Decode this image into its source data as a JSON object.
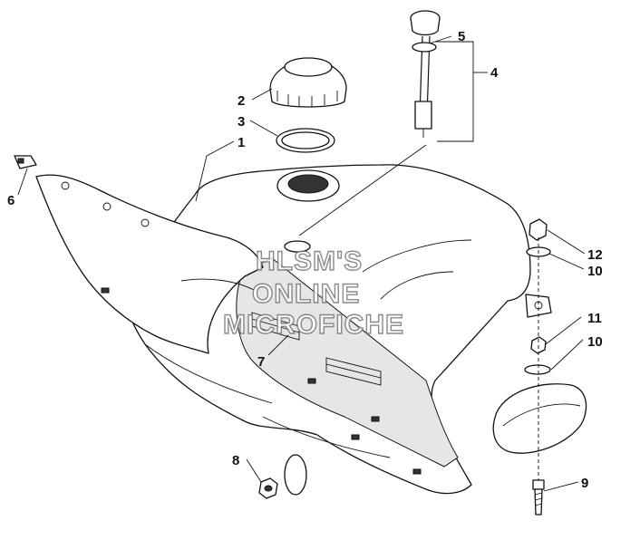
{
  "watermark": {
    "line1": "HLSM'S",
    "line2": "ONLINE",
    "line3": "MICROFICHE"
  },
  "callouts": [
    {
      "id": "1",
      "label": "1"
    },
    {
      "id": "2",
      "label": "2"
    },
    {
      "id": "3",
      "label": "3"
    },
    {
      "id": "4",
      "label": "4"
    },
    {
      "id": "5",
      "label": "5"
    },
    {
      "id": "6",
      "label": "6"
    },
    {
      "id": "7",
      "label": "7"
    },
    {
      "id": "8",
      "label": "8"
    },
    {
      "id": "9",
      "label": "9"
    },
    {
      "id": "10a",
      "label": "10"
    },
    {
      "id": "10b",
      "label": "10"
    },
    {
      "id": "11",
      "label": "11"
    },
    {
      "id": "12",
      "label": "12"
    }
  ]
}
